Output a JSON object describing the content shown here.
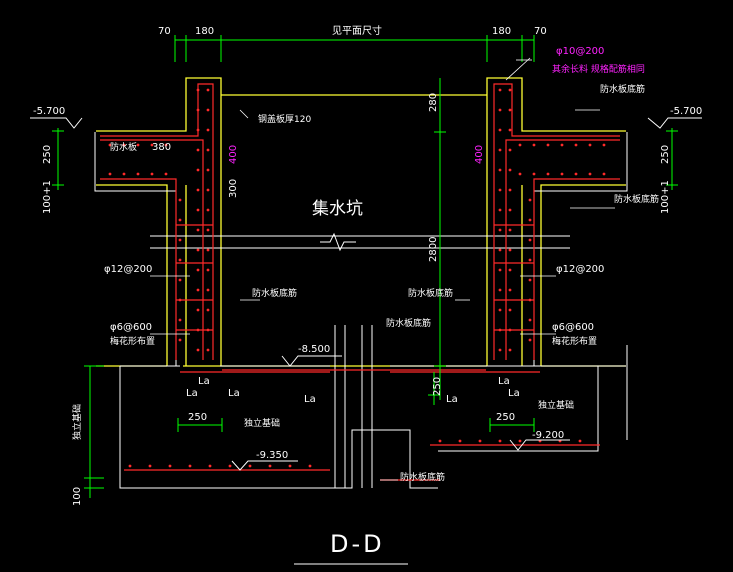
{
  "drawing": {
    "title": "D-D",
    "pit_label": "集水坑",
    "colors": {
      "background": "#000000",
      "wall": "#ffff33",
      "rebar": "#ff2a2a",
      "dimension": "#00ff00",
      "annotation": "#ffffff",
      "accent": "#ff22ff"
    },
    "dims_top": {
      "d70_left": "70",
      "d180_left": "180",
      "clear_span": "见平面尺寸",
      "d180_right": "180",
      "d70_right": "70"
    },
    "rebar_note": {
      "spec": "φ10@200",
      "text": "其余长料 规格配筋相同"
    },
    "elevations": {
      "top_left": "-5.700",
      "top_right": "-5.700",
      "bottom_inner": "-8.500",
      "bottom_left": "-9.350",
      "bottom_right": "-9.200"
    },
    "left": {
      "d250": "250",
      "d380": "380",
      "d400": "400",
      "d300": "300",
      "d100_1": "100+1",
      "waterproof_a": "防水板",
      "covering_slab": "钢盖板厚120",
      "bar_h": "φ12@200",
      "bar_v": "φ6@600",
      "bar_v_note": "梅花形布置",
      "waterproof_b": "防水板底筋",
      "foundation_label": "独立基础",
      "d250_bottom": "250",
      "la1": "La",
      "la2": "La",
      "dim_side": "独立基础",
      "d100": "100"
    },
    "center": {
      "d280": "280",
      "d2800": "2800",
      "d250": "250",
      "waterproof_c": "防水板底筋",
      "waterproof_d": "防水板底筋",
      "la": "La"
    },
    "right": {
      "d400": "400",
      "d250": "250",
      "d100_1": "100+1",
      "waterproof_top": "防水板底筋",
      "waterproof_bottom": "防水板底筋",
      "bar_h": "φ12@200",
      "bar_v": "φ6@600",
      "bar_v_note": "梅花形布置",
      "foundation_label": "独立基础",
      "la1": "La",
      "la2": "La",
      "d250_bottom": "250",
      "waterproof_e": "防水板底筋"
    }
  }
}
